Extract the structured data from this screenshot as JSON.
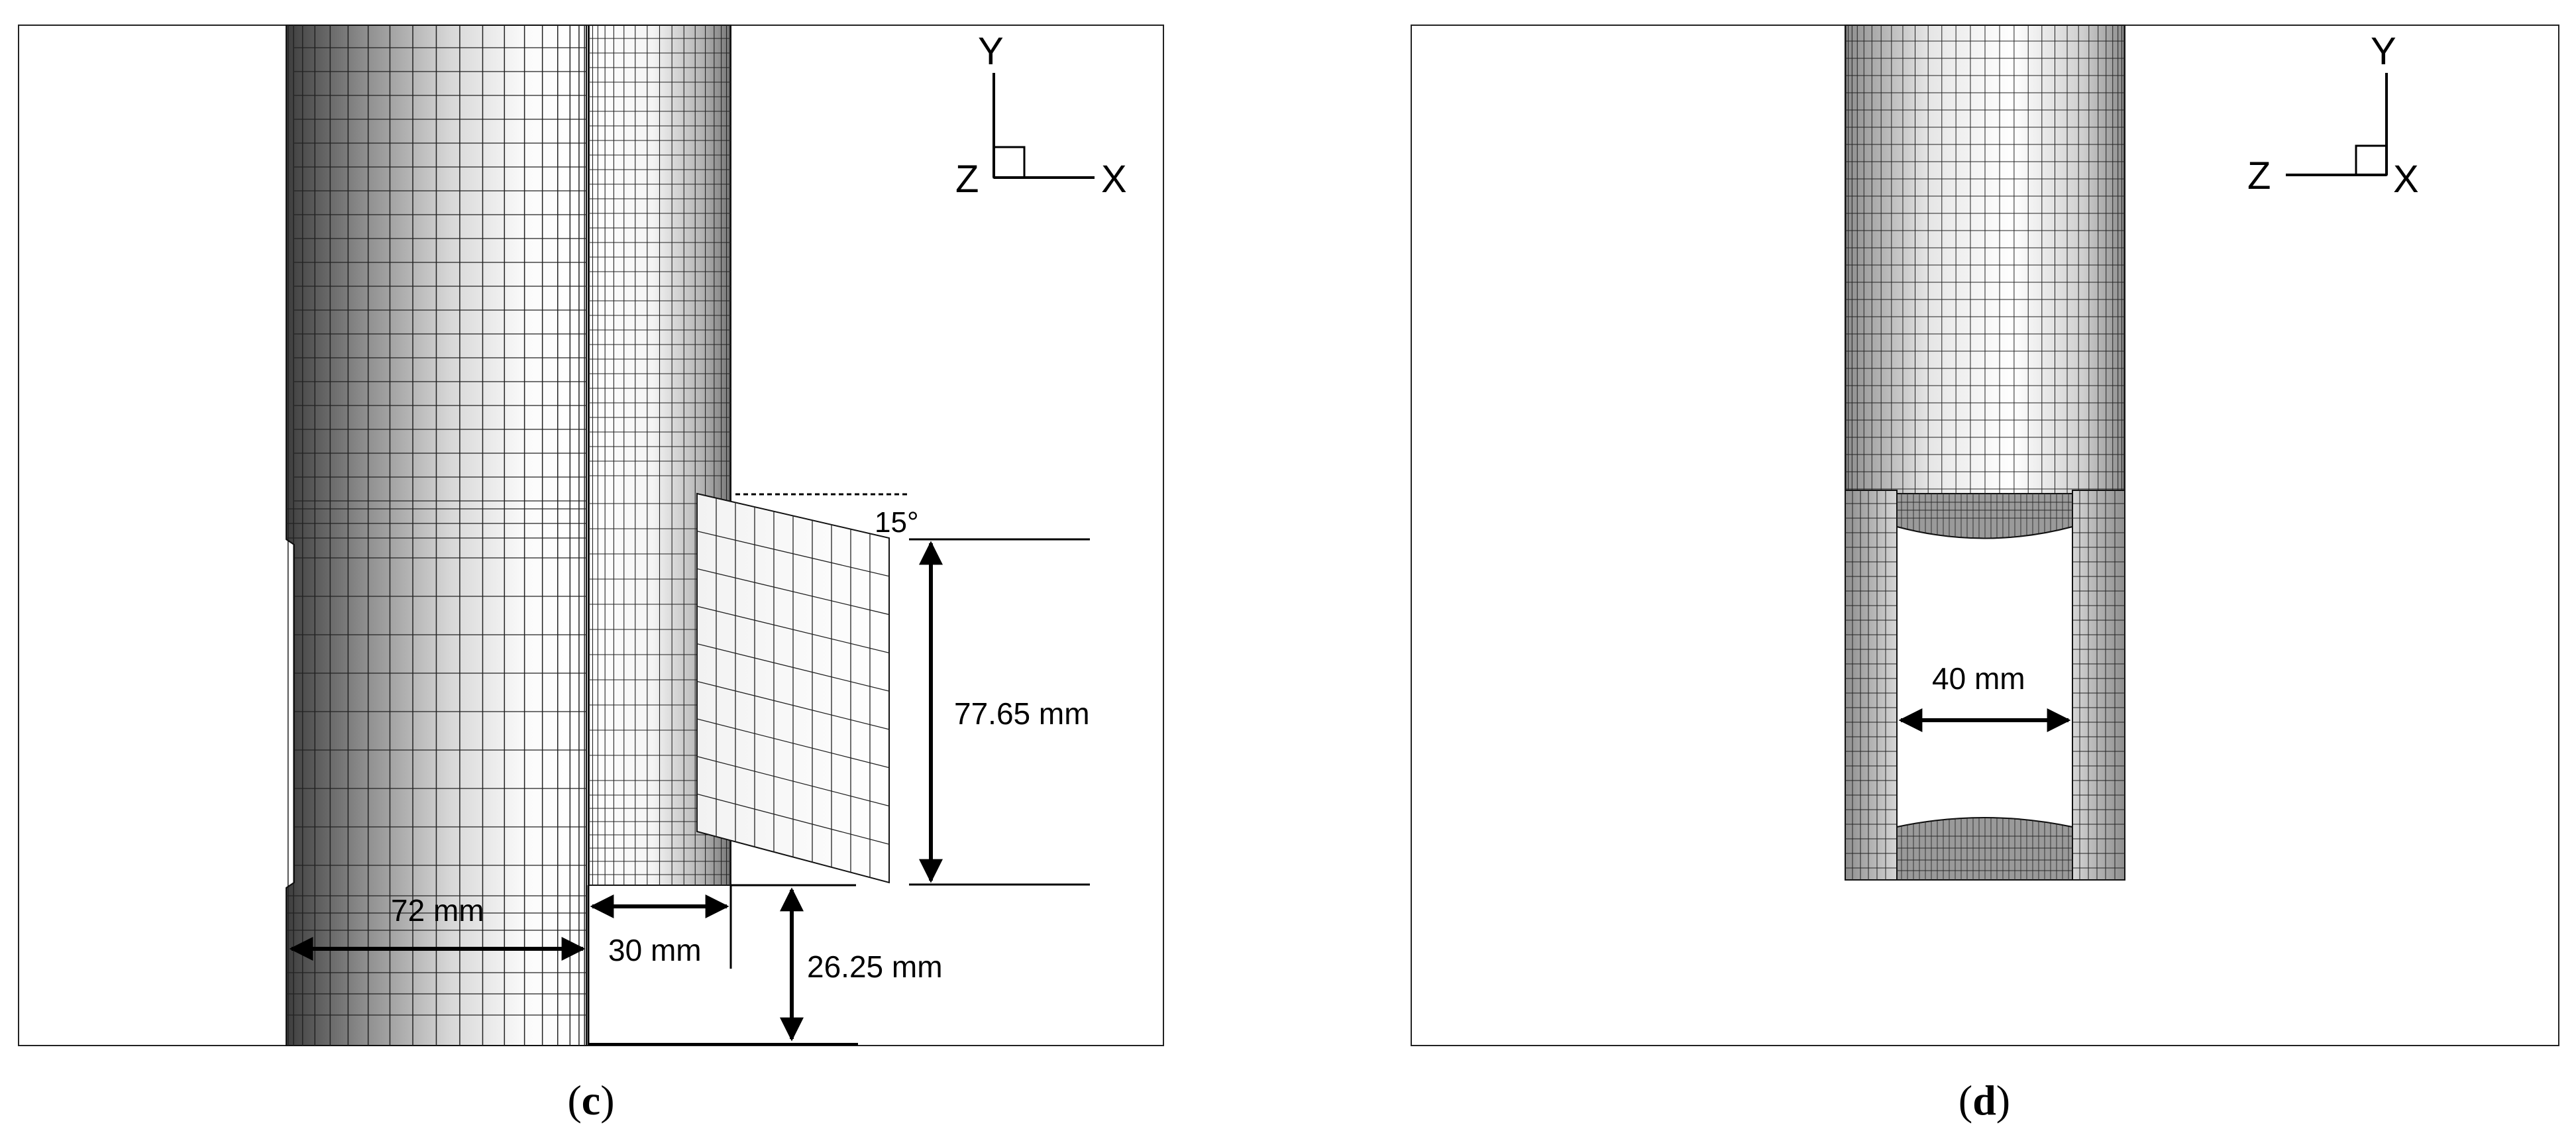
{
  "panel_c": {
    "caption_open": "(",
    "caption_letter": "c",
    "caption_close": ")",
    "axes": {
      "y": "Y",
      "z": "Z",
      "x": "X"
    },
    "angle_label": "15°",
    "dim_77": "77.65 mm",
    "dim_72": "72 mm",
    "dim_30": "30 mm",
    "dim_26": "26.25 mm"
  },
  "panel_d": {
    "caption_open": "(",
    "caption_letter": "d",
    "caption_close": ")",
    "axes": {
      "y": "Y",
      "z": "Z",
      "x": "X"
    },
    "dim_40": "40 mm"
  }
}
